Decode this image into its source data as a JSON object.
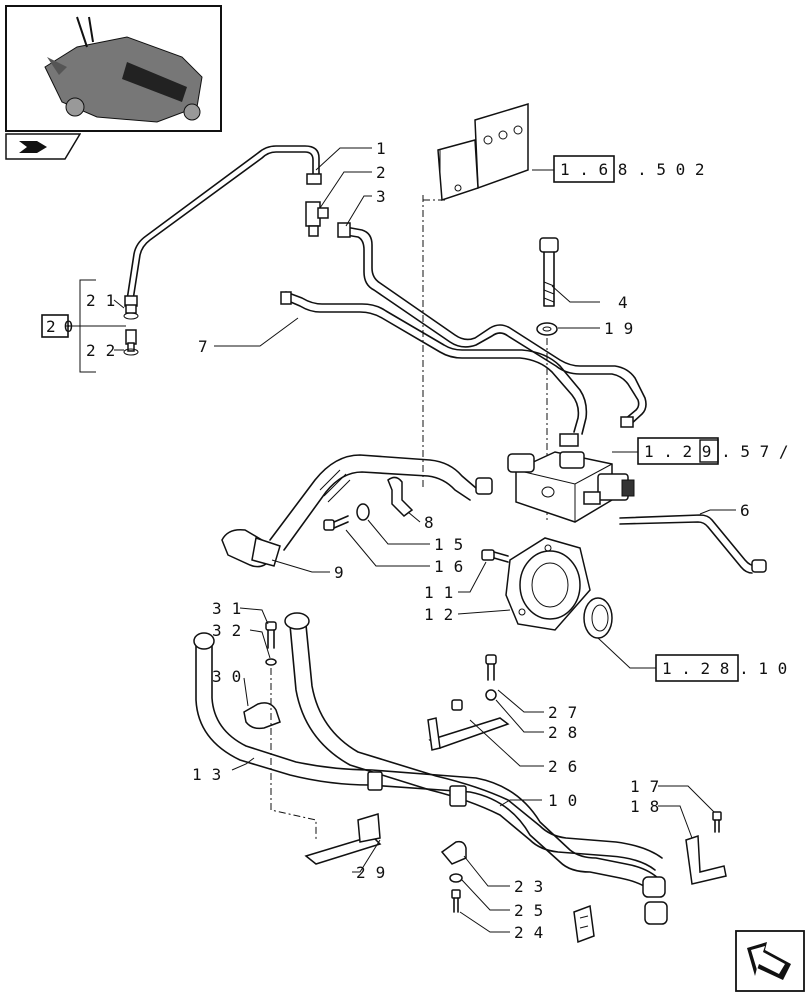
{
  "callouts": [
    "1",
    "2",
    "3",
    "4",
    "19",
    "7",
    "6",
    "8",
    "15",
    "16",
    "9",
    "11",
    "12",
    "31",
    "32",
    "30",
    "13",
    "27",
    "28",
    "26",
    "10",
    "17",
    "18",
    "29",
    "23",
    "25",
    "24"
  ],
  "group_label": "20",
  "group_items": [
    "21",
    "22"
  ],
  "refs": {
    "r1": "1 . 6 8 . 5   0 2",
    "r2": "1 . 2 9 . 5 7 /",
    "r3": "1 . 2 8 . 1   0"
  },
  "icons": {
    "thumbnail": "tractor-thumbnail-icon",
    "view_badge": "assembly-view-icon",
    "next": "next-page-arrow-icon"
  }
}
